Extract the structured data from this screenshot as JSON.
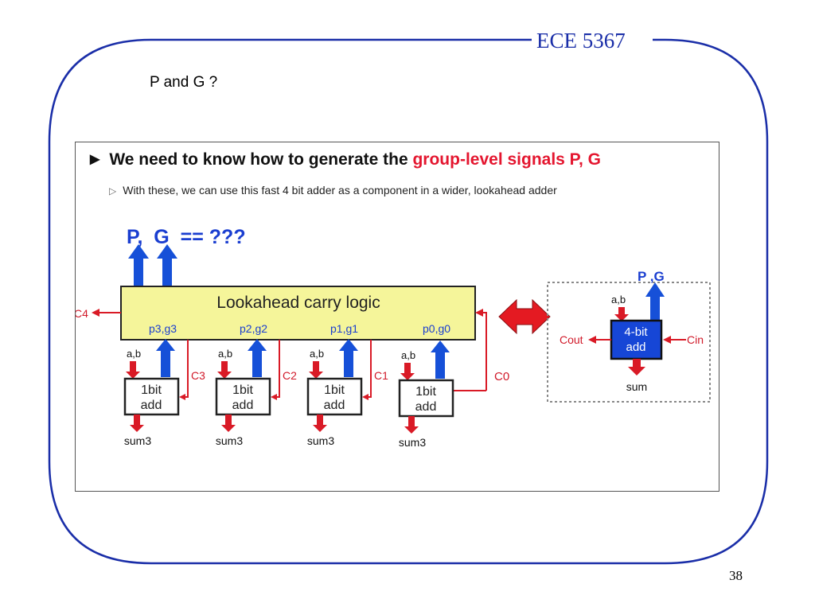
{
  "slide": {
    "course_title": "ECE 5367",
    "question": "P and G ?",
    "page_number": "38"
  },
  "content": {
    "headline_prefix": "We need to know how to generate the ",
    "headline_highlight": "group-level signals P, G",
    "subline": "With these, we can use this fast 4 bit adder as a component in a wider, lookahead adder"
  },
  "diagram": {
    "pg_label": "P,  G  == ???",
    "logic_label": "Lookahead carry logic",
    "carry_out_label": "C4",
    "carry_in_label": "C0",
    "adders": [
      {
        "pg": "p3,g3",
        "ab": "a,b",
        "name_line1": "1bit",
        "name_line2": "add",
        "sum": "sum3",
        "carry": "C3"
      },
      {
        "pg": "p2,g2",
        "ab": "a,b",
        "name_line1": "1bit",
        "name_line2": "add",
        "sum": "sum3",
        "carry": "C2"
      },
      {
        "pg": "p1,g1",
        "ab": "a,b",
        "name_line1": "1bit",
        "name_line2": "add",
        "sum": "sum3",
        "carry": "C1"
      },
      {
        "pg": "p0,g0",
        "ab": "a,b",
        "name_line1": "1bit",
        "name_line2": "add",
        "sum": "sum3",
        "carry": ""
      }
    ],
    "block": {
      "pg": "P ,G",
      "ab": "a,b",
      "name_line1": "4-bit",
      "name_line2": "add",
      "cout": "Cout",
      "cin": "Cin",
      "sum": "sum"
    }
  },
  "colors": {
    "frame": "#1a2ea8",
    "logic_fill": "#f5f59a",
    "blue_arrow": "#1650d8",
    "red_arrow": "#d91a26",
    "block_fill": "#1646d6"
  }
}
